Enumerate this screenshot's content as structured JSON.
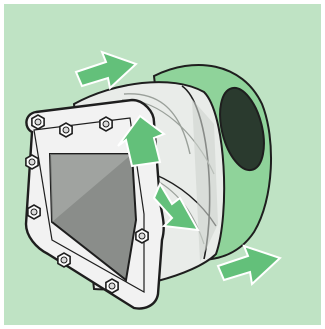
{
  "figure": {
    "caption": "",
    "colors": {
      "background": "#bfe3c4",
      "outer_drum": "#8fd39a",
      "opening": "#2a3a2e",
      "housing": "#e9ece9",
      "housing_shade": "#cfd4cf",
      "flange": "#f2f2f2",
      "window": "#8a8d8a",
      "bolt": "#ffffff",
      "arrow_fill": "#63c07a",
      "outline": "#1e1e1e"
    },
    "arrows": [
      {
        "name": "inlet-arrow-top",
        "direction": "right"
      },
      {
        "name": "rotation-arrow-up",
        "direction": "up-left"
      },
      {
        "name": "rotation-arrow-down",
        "direction": "down-right"
      },
      {
        "name": "outlet-arrow-bottom",
        "direction": "right"
      }
    ],
    "bolt_count": 8
  }
}
